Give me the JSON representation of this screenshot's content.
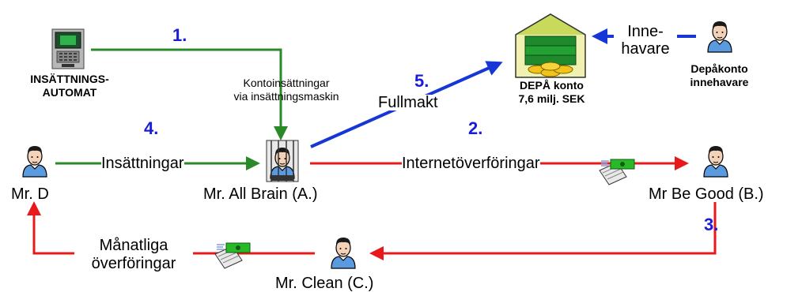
{
  "nodes": {
    "atm": {
      "label_1": "INSÄTTNINGS-",
      "label_2": "AUTOMAT"
    },
    "depa": {
      "label_1": "DEPÅ konto",
      "label_2": "7,6 milj. SEK"
    },
    "holder": {
      "label_1": "Depåkonto",
      "label_2": "innehavare"
    },
    "mr_d": {
      "label": "Mr. D"
    },
    "all_brain": {
      "label": "Mr. All Brain (A.)"
    },
    "be_good": {
      "label": "Mr Be Good (B.)"
    },
    "clean": {
      "label": "Mr. Clean (C.)"
    }
  },
  "edges": {
    "e1": {
      "number": "1.",
      "label_1": "Kontoinsättningar",
      "label_2": "via insättningsmaskin"
    },
    "e2": {
      "number": "2.",
      "label": "Internetöverföringar"
    },
    "e3": {
      "number": "3."
    },
    "e4": {
      "number": "4.",
      "label": "Insättningar"
    },
    "e5": {
      "number": "5.",
      "label": "Fullmakt"
    },
    "holder_link": {
      "label_1": "Inne-",
      "label_2": "havare"
    },
    "monthly": {
      "label_1": "Månatliga",
      "label_2": "överföringar"
    }
  },
  "colors": {
    "green": "#2a8a2a",
    "red": "#e8191b",
    "blue": "#1636d6",
    "number_blue": "#1b1bdc"
  },
  "icons": {
    "person": "person-icon",
    "atm": "atm-machine-icon",
    "money_bag": "money-stack-icon",
    "cash_transfer": "cash-transfer-icon"
  }
}
